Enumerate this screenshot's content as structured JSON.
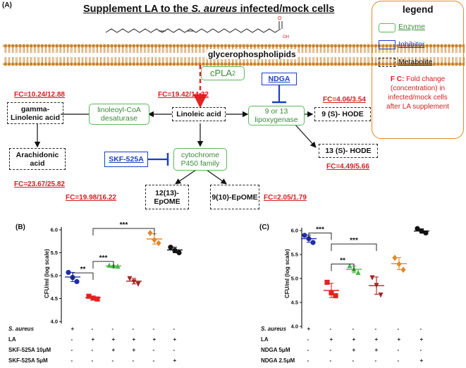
{
  "panel_a": {
    "label": "(A)",
    "title_prefix": "Supplement LA to the ",
    "title_species": "S. aureus",
    "title_suffix": " infected/mock cells",
    "oh": "OH",
    "membrane": "glycerophospholipids",
    "cpla2": "cPLA",
    "cpla2_sub": "2",
    "nodes": {
      "linoleic": "Linoleic acid",
      "desaturase": "linoleoyl-CoA desaturase",
      "gla": "gamma-Linolenic acid",
      "arachidonic": "Arachidonic acid",
      "lox": "9 or 13 lipoxygenase",
      "hode9": "9 (S)- HODE",
      "hode13": "13 (S)- HODE",
      "cyp": "cytochrome P450 family",
      "ep12": "12(13)-EpOME",
      "ep9": "9(10)-EpOME"
    },
    "inhibitors": {
      "ndga": "NDGA",
      "skf": "SKF-525A"
    },
    "fc": {
      "gla": "FC=10.24/12.88",
      "linoleic": "FC=19.42/14.32",
      "hode9": "FC=4.06/3.54",
      "arachidonic": "FC=23.67/25.82",
      "hode13": "FC=4.49/5.66",
      "ep12": "FC=19.98/16.22",
      "ep9": "FC=2.05/1.79"
    }
  },
  "legend": {
    "title": "legend",
    "enzyme": "Enzyme",
    "inhibitor": "Inhibitor",
    "metabolite": "Metabolite",
    "fc_key": "F C:",
    "fc_text_1": "Fold change",
    "fc_text_2": "(concentration) in",
    "fc_text_3": "infected/mock cells",
    "fc_text_4": "after LA supplement"
  },
  "chart_data": [
    {
      "type": "scatter",
      "panel": "(B)",
      "ylabel": "CFU/ml (log scale)",
      "ylim": [
        4.0,
        6.0
      ],
      "yticks": [
        "4.0",
        "4.5",
        "5.0",
        "5.5",
        "6.0"
      ],
      "groups": [
        {
          "color": "#1f2fa8",
          "marker": "circle",
          "values": [
            5.07,
            4.96,
            4.87
          ],
          "mean": 4.97
        },
        {
          "color": "#e52222",
          "marker": "square",
          "values": [
            4.55,
            4.51,
            4.49
          ],
          "mean": 4.52
        },
        {
          "color": "#47b847",
          "marker": "triangle-up",
          "values": [
            5.22,
            5.21,
            5.2
          ],
          "mean": 5.21
        },
        {
          "color": "#a82424",
          "marker": "triangle-down",
          "values": [
            4.94,
            4.87,
            4.82
          ],
          "mean": 4.88
        },
        {
          "color": "#e0882c",
          "marker": "diamond",
          "values": [
            5.93,
            5.78,
            5.71
          ],
          "mean": 5.8
        },
        {
          "color": "#111111",
          "marker": "circle",
          "values": [
            5.62,
            5.55,
            5.5
          ],
          "mean": 5.56
        }
      ],
      "significance": [
        {
          "from": 0,
          "to": 1,
          "label": "**",
          "y": 5.06
        },
        {
          "from": 1,
          "to": 2,
          "label": "***",
          "y": 5.31
        },
        {
          "from": 1,
          "to": 4,
          "label": "***",
          "y": 6.03
        }
      ],
      "rows": [
        {
          "label": "S. aureus",
          "italic": true,
          "marks": [
            "+",
            "-",
            "-",
            "-",
            "-",
            "-"
          ]
        },
        {
          "label": "LA",
          "italic": false,
          "marks": [
            "-",
            "+",
            "+",
            "+",
            "+",
            "+"
          ]
        },
        {
          "label": "SKF-525A 10μM",
          "italic": false,
          "marks": [
            "-",
            "-",
            "+",
            "+",
            "-",
            "-"
          ]
        },
        {
          "label": "SKF-525A 5μM",
          "italic": false,
          "marks": [
            "-",
            "-",
            "-",
            "-",
            "-",
            "+"
          ]
        }
      ]
    },
    {
      "type": "scatter",
      "panel": "(C)",
      "ylabel": "CFU/ml (log scale)",
      "ylim": [
        4.0,
        6.0
      ],
      "yticks": [
        "4.0",
        "4.5",
        "5.0",
        "5.5",
        "6.0"
      ],
      "groups": [
        {
          "color": "#1f2fa8",
          "marker": "circle",
          "values": [
            5.9,
            5.83,
            5.75
          ],
          "mean": 5.83
        },
        {
          "color": "#e52222",
          "marker": "square",
          "values": [
            4.92,
            4.7,
            4.64
          ],
          "mean": 4.75
        },
        {
          "color": "#47b847",
          "marker": "triangle-up",
          "values": [
            5.26,
            5.19,
            5.12
          ],
          "mean": 5.19
        },
        {
          "color": "#a82424",
          "marker": "triangle-down",
          "values": [
            5.02,
            4.86,
            4.66
          ],
          "mean": 4.85
        },
        {
          "color": "#e0882c",
          "marker": "diamond",
          "values": [
            5.43,
            5.3,
            5.18
          ],
          "mean": 5.31
        },
        {
          "color": "#111111",
          "marker": "circle",
          "values": [
            6.04,
            5.99,
            5.95
          ],
          "mean": 5.99
        }
      ],
      "significance": [
        {
          "from": 0,
          "to": 1,
          "label": "***",
          "y": 5.95
        },
        {
          "from": 1,
          "to": 2,
          "label": "**",
          "y": 5.3
        },
        {
          "from": 1,
          "to": 3,
          "label": "***",
          "y": 5.72
        }
      ],
      "rows": [
        {
          "label": "S. aureus",
          "italic": true,
          "marks": [
            "+",
            "-",
            "-",
            "-",
            "-",
            "-"
          ]
        },
        {
          "label": "LA",
          "italic": false,
          "marks": [
            "-",
            "+",
            "+",
            "+",
            "+",
            "+"
          ]
        },
        {
          "label": "NDGA 5μM",
          "italic": false,
          "marks": [
            "-",
            "-",
            "+",
            "+",
            "-",
            "-"
          ]
        },
        {
          "label": "NDGA 2.5μM",
          "italic": false,
          "marks": [
            "-",
            "-",
            "-",
            "-",
            "-",
            "+"
          ]
        }
      ]
    }
  ]
}
